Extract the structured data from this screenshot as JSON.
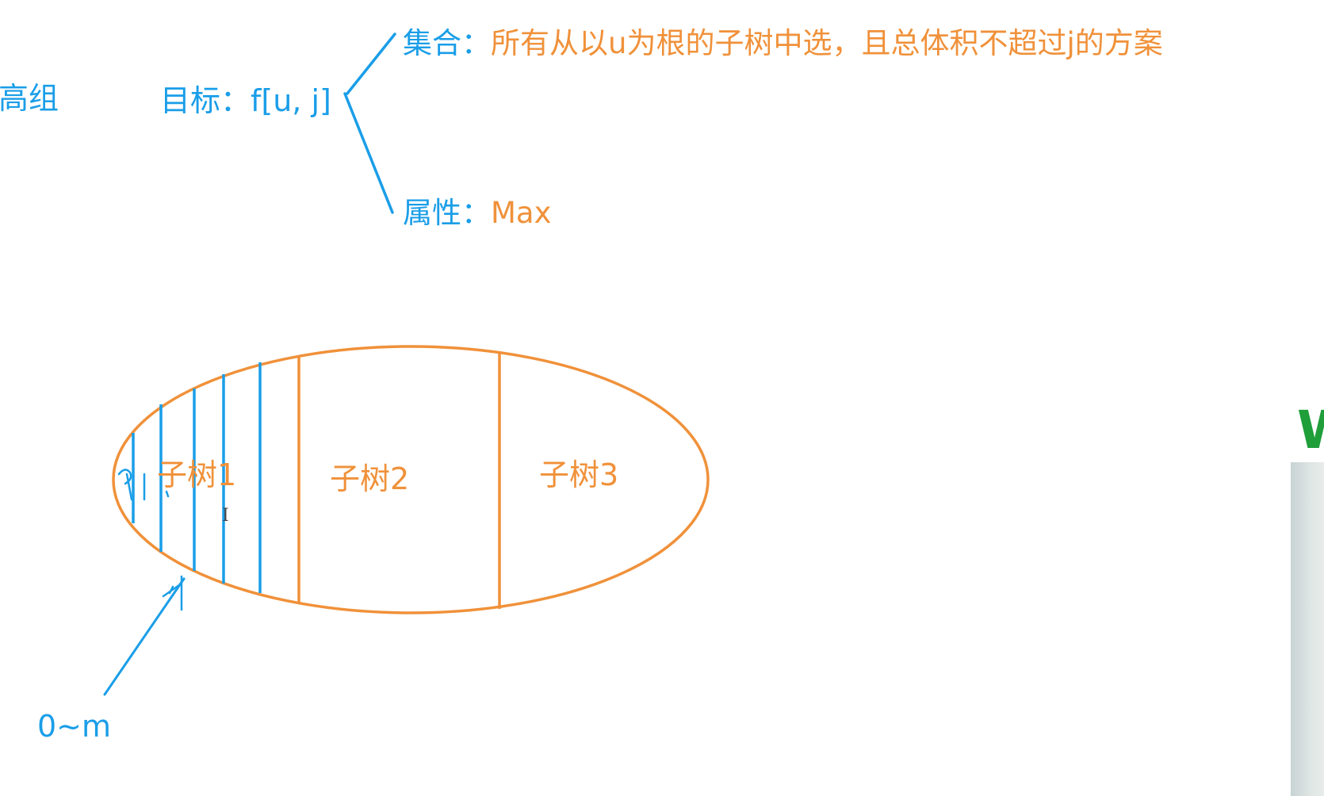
{
  "left_edge_label": "高组",
  "goal": {
    "label": "目标：f[u, j]"
  },
  "set": {
    "label": "集合：",
    "text": "所有从以u为根的子树中选，且总体积不超过j的方案"
  },
  "attribute": {
    "label": "属性：",
    "text": "Max"
  },
  "subtrees": [
    "子树1",
    "子树2",
    "子树3"
  ],
  "range_label": "0~m",
  "right_edge_letter": "W",
  "colors": {
    "blue": "#1a9ee8",
    "orange": "#f0913a",
    "green": "#1f9e3a"
  }
}
